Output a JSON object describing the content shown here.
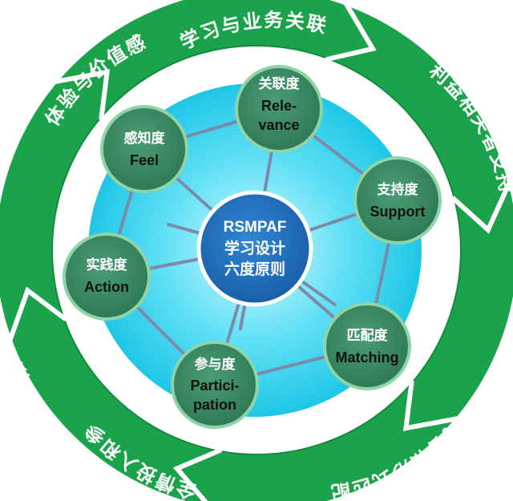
{
  "outer_ring": {
    "segments": [
      {
        "label": "学习与业务关联"
      },
      {
        "label": "利益相关者支持"
      },
      {
        "label": "内容和形式匹配"
      },
      {
        "label": "全情投入和参与"
      },
      {
        "label": "落地与转化实践"
      },
      {
        "label": "体验与价值感知"
      }
    ]
  },
  "center": {
    "line1": "RSMPAF",
    "line2": "学习设计",
    "line3": "六度原则"
  },
  "nodes": [
    {
      "cn": "关联度",
      "en": [
        "Rele-",
        "vance"
      ]
    },
    {
      "cn": "支持度",
      "en": [
        "Support"
      ]
    },
    {
      "cn": "匹配度",
      "en": [
        "Matching"
      ]
    },
    {
      "cn": "参与度",
      "en": [
        "Partici-",
        "pation"
      ]
    },
    {
      "cn": "实践度",
      "en": [
        "Action"
      ]
    },
    {
      "cn": "感知度",
      "en": [
        "Feel"
      ]
    }
  ],
  "colors": {
    "ring_green": "#1aa34a",
    "ring_dark": "#148a3c",
    "node_green": "#3b8a63",
    "node_border": "#7cc59a",
    "center_blue": "#1f6fbf",
    "pool_cyan": "#3fd6ee",
    "spoke": "#7a8aa8"
  }
}
